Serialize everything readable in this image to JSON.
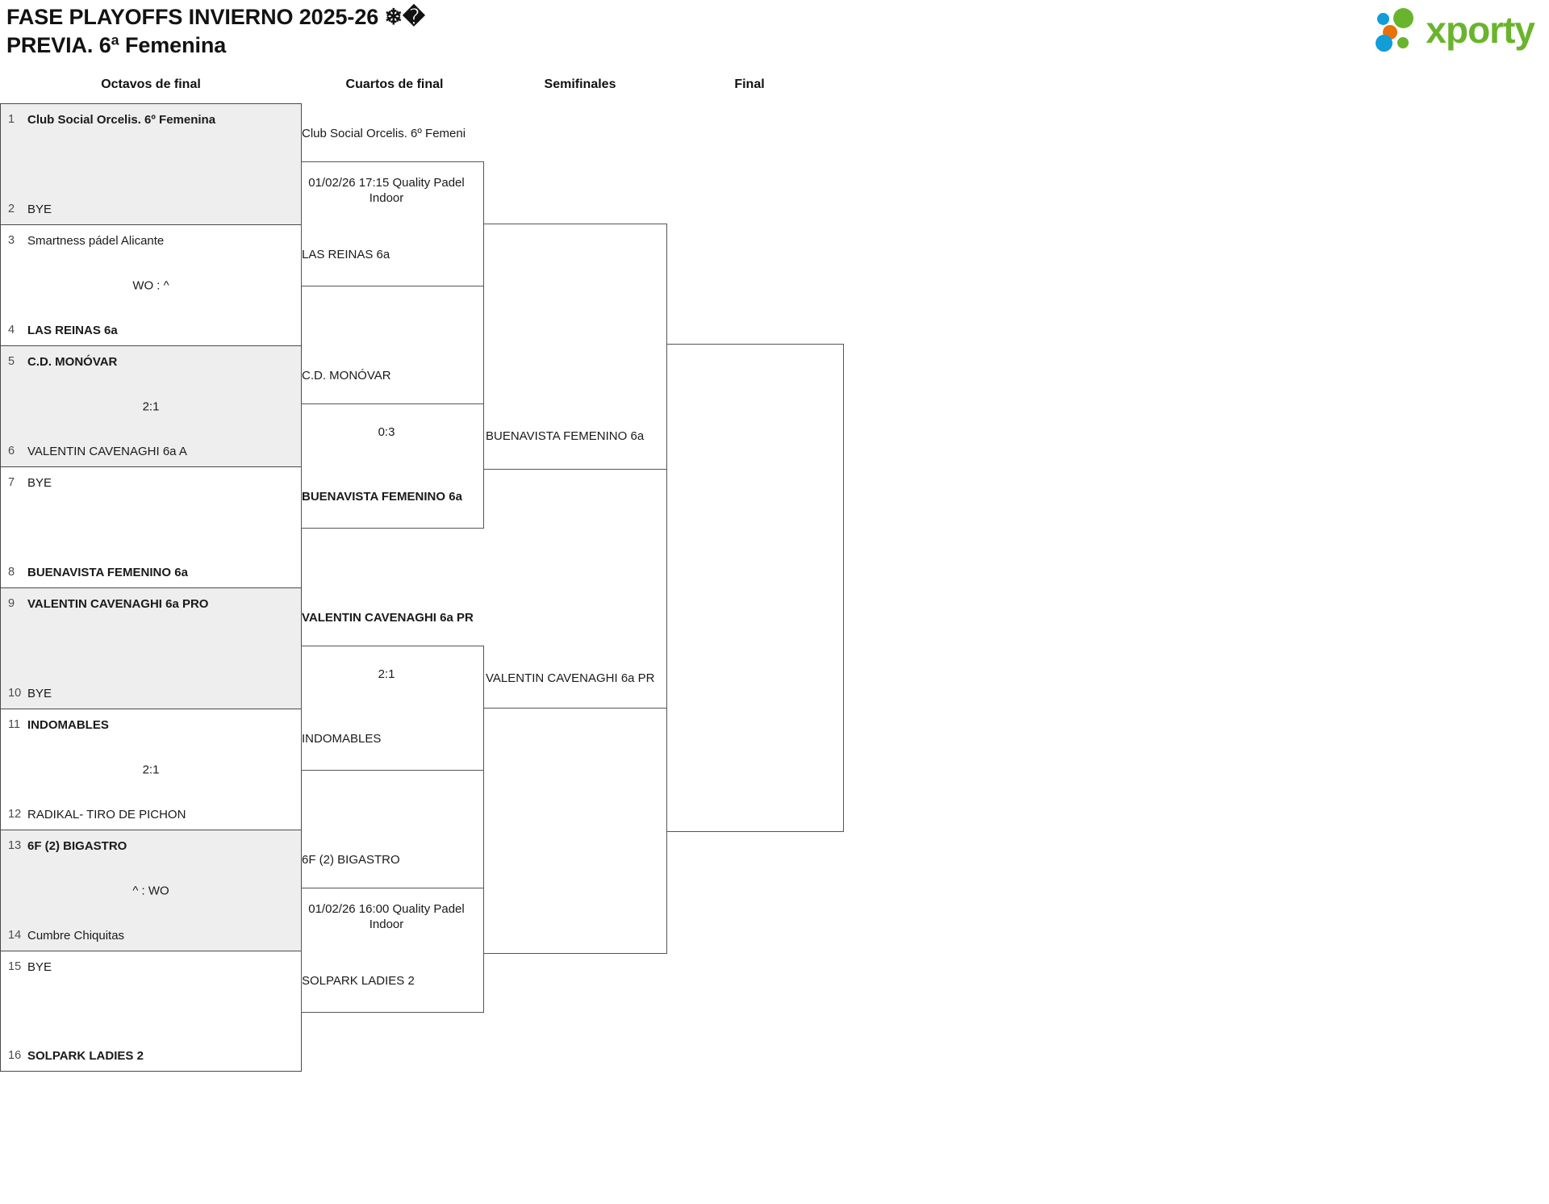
{
  "header": {
    "title": "FASE PLAYOFFS INVIERNO 2025-26 ❄�\nPREVIA. 6ª Femenina",
    "brand": "xporty",
    "brand_color": "#6ab42d",
    "logo_dot_colors": [
      "#129cd8",
      "#6ab42d",
      "#e8710a",
      "#129cd8",
      "#6ab42d"
    ]
  },
  "rounds": [
    {
      "label": "Octavos de final"
    },
    {
      "label": "Cuartos de final"
    },
    {
      "label": "Semifinales"
    },
    {
      "label": "Final"
    }
  ],
  "round1": {
    "matches": [
      {
        "shaded": true,
        "score": "",
        "top": {
          "seed": "1",
          "name": "Club Social Orcelis. 6º Femenina",
          "winner": true
        },
        "bottom": {
          "seed": "2",
          "name": "BYE",
          "winner": false
        }
      },
      {
        "shaded": false,
        "score": "WO : ^",
        "top": {
          "seed": "3",
          "name": "Smartness pádel Alicante",
          "winner": false
        },
        "bottom": {
          "seed": "4",
          "name": "LAS REINAS 6a",
          "winner": true
        }
      },
      {
        "shaded": true,
        "score": "2:1",
        "top": {
          "seed": "5",
          "name": "C.D. MONÓVAR",
          "winner": true
        },
        "bottom": {
          "seed": "6",
          "name": "VALENTIN CAVENAGHI 6a A",
          "winner": false
        }
      },
      {
        "shaded": false,
        "score": "",
        "top": {
          "seed": "7",
          "name": "BYE",
          "winner": false
        },
        "bottom": {
          "seed": "8",
          "name": "BUENAVISTA FEMENINO 6a",
          "winner": true
        }
      },
      {
        "shaded": true,
        "score": "",
        "top": {
          "seed": "9",
          "name": "VALENTIN CAVENAGHI 6a PRO",
          "winner": true
        },
        "bottom": {
          "seed": "10",
          "name": "BYE",
          "winner": false
        }
      },
      {
        "shaded": false,
        "score": "2:1",
        "top": {
          "seed": "11",
          "name": "INDOMABLES",
          "winner": true
        },
        "bottom": {
          "seed": "12",
          "name": "RADIKAL- TIRO DE PICHON",
          "winner": false
        }
      },
      {
        "shaded": true,
        "score": "^ : WO",
        "top": {
          "seed": "13",
          "name": "6F (2) BIGASTRO",
          "winner": true
        },
        "bottom": {
          "seed": "14",
          "name": "Cumbre Chiquitas",
          "winner": false
        }
      },
      {
        "shaded": false,
        "score": "",
        "top": {
          "seed": "15",
          "name": "BYE",
          "winner": false
        },
        "bottom": {
          "seed": "16",
          "name": "SOLPARK LADIES 2",
          "winner": true
        }
      }
    ]
  },
  "round2": {
    "matches": [
      {
        "top_name": "Club Social Orcelis. 6º Femeni",
        "top_winner": false,
        "info": "01/02/26 17:15 Quality Padel Indoor",
        "score": "",
        "bottom_name": "LAS REINAS 6a",
        "bottom_winner": false
      },
      {
        "top_name": "C.D. MONÓVAR",
        "top_winner": false,
        "info": "",
        "score": "0:3",
        "bottom_name": "BUENAVISTA FEMENINO 6a",
        "bottom_winner": true
      },
      {
        "top_name": "VALENTIN CAVENAGHI 6a PR",
        "top_winner": true,
        "info": "",
        "score": "2:1",
        "bottom_name": "INDOMABLES",
        "bottom_winner": false
      },
      {
        "top_name": "6F (2) BIGASTRO",
        "top_winner": false,
        "info": "01/02/26 16:00 Quality Padel Indoor",
        "score": "",
        "bottom_name": "SOLPARK LADIES 2",
        "bottom_winner": false
      }
    ]
  },
  "round3": {
    "matches": [
      {
        "name": "BUENAVISTA FEMENINO 6a",
        "winner": false
      },
      {
        "name": "VALENTIN CAVENAGHI 6a PR",
        "winner": false
      }
    ]
  },
  "round4": {
    "matches": [
      {
        "name": "",
        "winner": false
      }
    ]
  }
}
